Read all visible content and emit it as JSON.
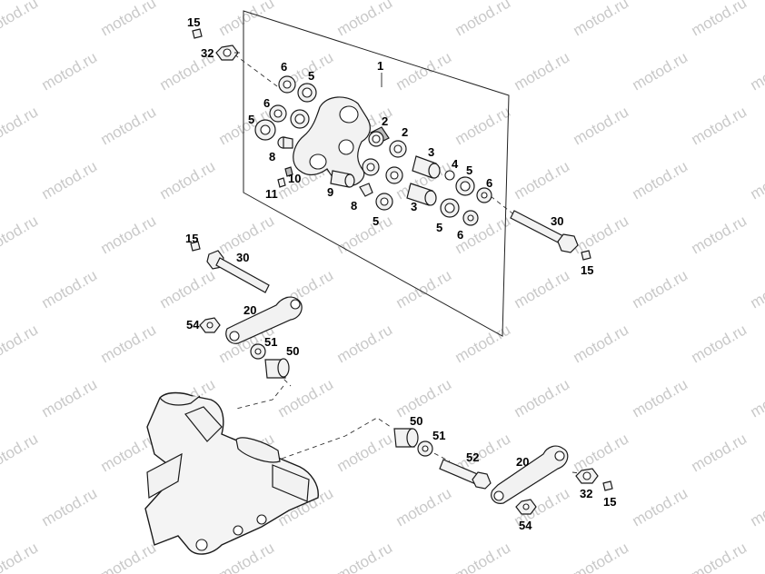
{
  "watermark": "motod.ru",
  "labels": [
    {
      "id": "l15a",
      "text": "15"
    },
    {
      "id": "l32a",
      "text": "32"
    },
    {
      "id": "l1",
      "text": "1"
    },
    {
      "id": "l6a",
      "text": "6"
    },
    {
      "id": "l5a",
      "text": "5"
    },
    {
      "id": "l6b",
      "text": "6"
    },
    {
      "id": "l5b",
      "text": "5"
    },
    {
      "id": "l2a",
      "text": "2"
    },
    {
      "id": "l2b",
      "text": "2"
    },
    {
      "id": "l8a",
      "text": "8"
    },
    {
      "id": "l3a",
      "text": "3"
    },
    {
      "id": "l4",
      "text": "4"
    },
    {
      "id": "l5c",
      "text": "5"
    },
    {
      "id": "l6c",
      "text": "6"
    },
    {
      "id": "l10",
      "text": "10"
    },
    {
      "id": "l11",
      "text": "11"
    },
    {
      "id": "l9",
      "text": "9"
    },
    {
      "id": "l8b",
      "text": "8"
    },
    {
      "id": "l3b",
      "text": "3"
    },
    {
      "id": "l5d",
      "text": "5"
    },
    {
      "id": "l5e",
      "text": "5"
    },
    {
      "id": "l6d",
      "text": "6"
    },
    {
      "id": "l30a",
      "text": "30"
    },
    {
      "id": "l15b",
      "text": "15"
    },
    {
      "id": "l15c",
      "text": "15"
    },
    {
      "id": "l30b",
      "text": "30"
    },
    {
      "id": "l20a",
      "text": "20"
    },
    {
      "id": "l54a",
      "text": "54"
    },
    {
      "id": "l51a",
      "text": "51"
    },
    {
      "id": "l50a",
      "text": "50"
    },
    {
      "id": "l50b",
      "text": "50"
    },
    {
      "id": "l51b",
      "text": "51"
    },
    {
      "id": "l52",
      "text": "52"
    },
    {
      "id": "l20b",
      "text": "20"
    },
    {
      "id": "l32b",
      "text": "32"
    },
    {
      "id": "l15d",
      "text": "15"
    },
    {
      "id": "l54b",
      "text": "54"
    }
  ]
}
